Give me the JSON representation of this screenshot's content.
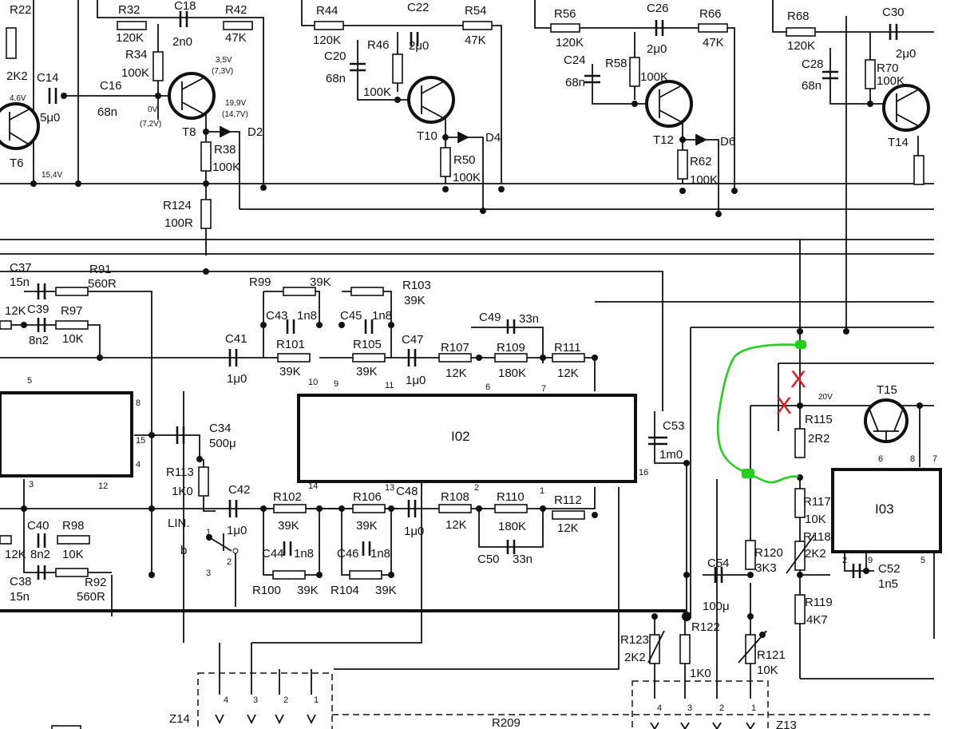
{
  "ics": {
    "i102": "I02",
    "i103": "I03"
  },
  "markers": {
    "cut_symbol": "X"
  },
  "labels": [
    {
      "id": "r22",
      "text": "R22"
    },
    {
      "id": "r32",
      "text": "R32"
    },
    {
      "id": "v120k_a",
      "text": "120K"
    },
    {
      "id": "c18",
      "text": "C18"
    },
    {
      "id": "v2n0",
      "text": "2n0"
    },
    {
      "id": "r42",
      "text": "R42"
    },
    {
      "id": "v47k_a",
      "text": "47K"
    },
    {
      "id": "r34",
      "text": "R34"
    },
    {
      "id": "v100k_a",
      "text": "100K"
    },
    {
      "id": "v2k2_a",
      "text": "2K2"
    },
    {
      "id": "c14",
      "text": "C14"
    },
    {
      "id": "v5u0",
      "text": "5μ0"
    },
    {
      "id": "c16",
      "text": "C16"
    },
    {
      "id": "v68n_a",
      "text": "68n"
    },
    {
      "id": "t8",
      "text": "T8"
    },
    {
      "id": "d2",
      "text": "D2"
    },
    {
      "id": "r38",
      "text": "R38"
    },
    {
      "id": "v100k_b",
      "text": "100K"
    },
    {
      "id": "t6",
      "text": "T6"
    },
    {
      "id": "r124",
      "text": "R124"
    },
    {
      "id": "v100r",
      "text": "100R"
    },
    {
      "id": "v15_4",
      "text": "15,4V"
    },
    {
      "id": "v3_5a",
      "text": "3,5V"
    },
    {
      "id": "v7_3a",
      "text": "(7,3V)"
    },
    {
      "id": "v0a",
      "text": "0V"
    },
    {
      "id": "v7_2a",
      "text": "(7,2V)"
    },
    {
      "id": "v19_9a",
      "text": "19,9V"
    },
    {
      "id": "v14_7a",
      "text": "(14,7V)"
    },
    {
      "id": "v4_6",
      "text": "4,6V"
    },
    {
      "id": "r44",
      "text": "R44"
    },
    {
      "id": "v120k_b",
      "text": "120K"
    },
    {
      "id": "c22",
      "text": "C22"
    },
    {
      "id": "v2u0a",
      "text": "2μ0"
    },
    {
      "id": "r54",
      "text": "R54"
    },
    {
      "id": "v47k_b",
      "text": "47K"
    },
    {
      "id": "c20",
      "text": "C20"
    },
    {
      "id": "r46",
      "text": "R46"
    },
    {
      "id": "v68n_b",
      "text": "68n"
    },
    {
      "id": "v100k_c",
      "text": "100K"
    },
    {
      "id": "t10",
      "text": "T10"
    },
    {
      "id": "d4",
      "text": "D4"
    },
    {
      "id": "r50",
      "text": "R50"
    },
    {
      "id": "v100k_d",
      "text": "100K"
    },
    {
      "id": "r56",
      "text": "R56"
    },
    {
      "id": "v120k_c",
      "text": "120K"
    },
    {
      "id": "c26",
      "text": "C26"
    },
    {
      "id": "v2u0b",
      "text": "2μ0"
    },
    {
      "id": "r66",
      "text": "R66"
    },
    {
      "id": "v47k_c",
      "text": "47K"
    },
    {
      "id": "c24",
      "text": "C24"
    },
    {
      "id": "r58",
      "text": "R58"
    },
    {
      "id": "v68n_c",
      "text": "68n"
    },
    {
      "id": "v100k_e",
      "text": "100K"
    },
    {
      "id": "t12",
      "text": "T12"
    },
    {
      "id": "d6",
      "text": "D6"
    },
    {
      "id": "r62",
      "text": "R62"
    },
    {
      "id": "v100k_f",
      "text": "100K"
    },
    {
      "id": "r68",
      "text": "R68"
    },
    {
      "id": "v120k_d",
      "text": "120K"
    },
    {
      "id": "c30",
      "text": "C30"
    },
    {
      "id": "v2u0c",
      "text": "2μ0"
    },
    {
      "id": "c28",
      "text": "C28"
    },
    {
      "id": "r70",
      "text": "R70"
    },
    {
      "id": "v68n_d",
      "text": "68n"
    },
    {
      "id": "v100k_g",
      "text": "100K"
    },
    {
      "id": "t14",
      "text": "T14"
    },
    {
      "id": "c37",
      "text": "C37"
    },
    {
      "id": "v15n_a",
      "text": "15n"
    },
    {
      "id": "r91",
      "text": "R91"
    },
    {
      "id": "v560r_a",
      "text": "560R"
    },
    {
      "id": "v12k_a",
      "text": "12K"
    },
    {
      "id": "c39",
      "text": "C39"
    },
    {
      "id": "r97",
      "text": "R97"
    },
    {
      "id": "v8n2_a",
      "text": "8n2"
    },
    {
      "id": "v10k_a",
      "text": "10K"
    },
    {
      "id": "r99",
      "text": "R99"
    },
    {
      "id": "v39k_a",
      "text": "39K"
    },
    {
      "id": "r103",
      "text": "R103"
    },
    {
      "id": "v39k_b",
      "text": "39K"
    },
    {
      "id": "c43",
      "text": "C43"
    },
    {
      "id": "v1n8_a",
      "text": "1n8"
    },
    {
      "id": "c45",
      "text": "C45"
    },
    {
      "id": "v1n8_b",
      "text": "1n8"
    },
    {
      "id": "c49",
      "text": "C49"
    },
    {
      "id": "v33n_a",
      "text": "33n"
    },
    {
      "id": "c41",
      "text": "C41"
    },
    {
      "id": "v1u0_a",
      "text": "1μ0"
    },
    {
      "id": "r101",
      "text": "R101"
    },
    {
      "id": "v39k_c",
      "text": "39K"
    },
    {
      "id": "r105",
      "text": "R105"
    },
    {
      "id": "v39k_d",
      "text": "39K"
    },
    {
      "id": "c47",
      "text": "C47"
    },
    {
      "id": "v1u0_b",
      "text": "1μ0"
    },
    {
      "id": "r107",
      "text": "R107"
    },
    {
      "id": "v12k_b",
      "text": "12K"
    },
    {
      "id": "r109",
      "text": "R109"
    },
    {
      "id": "v180k_a",
      "text": "180K"
    },
    {
      "id": "r111",
      "text": "R111"
    },
    {
      "id": "v12k_c",
      "text": "12K"
    },
    {
      "id": "c34",
      "text": "C34"
    },
    {
      "id": "v500u",
      "text": "500μ"
    },
    {
      "id": "c53",
      "text": "C53"
    },
    {
      "id": "v1m0",
      "text": "1m0"
    },
    {
      "id": "r113",
      "text": "R113"
    },
    {
      "id": "v1k0_a",
      "text": "1K0"
    },
    {
      "id": "c42",
      "text": "C42"
    },
    {
      "id": "v1u0_c",
      "text": "1μ0"
    },
    {
      "id": "r102",
      "text": "R102"
    },
    {
      "id": "v39k_e",
      "text": "39K"
    },
    {
      "id": "r106",
      "text": "R106"
    },
    {
      "id": "v39k_f",
      "text": "39K"
    },
    {
      "id": "c48",
      "text": "C48"
    },
    {
      "id": "v1u0_d",
      "text": "1μ0"
    },
    {
      "id": "r108",
      "text": "R108"
    },
    {
      "id": "v12k_d",
      "text": "12K"
    },
    {
      "id": "r110",
      "text": "R110"
    },
    {
      "id": "v180k_b",
      "text": "180K"
    },
    {
      "id": "r112",
      "text": "R112"
    },
    {
      "id": "v12k_e",
      "text": "12K"
    },
    {
      "id": "lin",
      "text": "LIN."
    },
    {
      "id": "b",
      "text": "b"
    },
    {
      "id": "c44",
      "text": "C44"
    },
    {
      "id": "v1n8_c",
      "text": "1n8"
    },
    {
      "id": "c46",
      "text": "C46"
    },
    {
      "id": "v1n8_d",
      "text": "1n8"
    },
    {
      "id": "c50",
      "text": "C50"
    },
    {
      "id": "v33n_b",
      "text": "33n"
    },
    {
      "id": "c40",
      "text": "C40"
    },
    {
      "id": "v8n2_b",
      "text": "8n2"
    },
    {
      "id": "r98",
      "text": "R98"
    },
    {
      "id": "v10k_b",
      "text": "10K"
    },
    {
      "id": "v12k_f",
      "text": "12K"
    },
    {
      "id": "c38",
      "text": "C38"
    },
    {
      "id": "v15n_b",
      "text": "15n"
    },
    {
      "id": "r92",
      "text": "R92"
    },
    {
      "id": "v560r_b",
      "text": "560R"
    },
    {
      "id": "r100",
      "text": "R100"
    },
    {
      "id": "v39k_g",
      "text": "39K"
    },
    {
      "id": "r104",
      "text": "R104"
    },
    {
      "id": "v39k_h",
      "text": "39K"
    },
    {
      "id": "t15",
      "text": "T15"
    },
    {
      "id": "v20",
      "text": "20V"
    },
    {
      "id": "r115",
      "text": "R115"
    },
    {
      "id": "v2r2",
      "text": "2R2"
    },
    {
      "id": "r117",
      "text": "R117"
    },
    {
      "id": "v10k_c",
      "text": "10K"
    },
    {
      "id": "r118",
      "text": "R118"
    },
    {
      "id": "v2k2_b",
      "text": "2K2"
    },
    {
      "id": "r120",
      "text": "R120"
    },
    {
      "id": "v3k3",
      "text": "3K3"
    },
    {
      "id": "c54",
      "text": "C54"
    },
    {
      "id": "v100u",
      "text": "100μ"
    },
    {
      "id": "c52",
      "text": "C52"
    },
    {
      "id": "v1n5",
      "text": "1n5"
    },
    {
      "id": "r119",
      "text": "R119"
    },
    {
      "id": "v4k7",
      "text": "4K7"
    },
    {
      "id": "r123",
      "text": "R123"
    },
    {
      "id": "v2k2_c",
      "text": "2K2"
    },
    {
      "id": "r122",
      "text": "R122"
    },
    {
      "id": "v1k0_b",
      "text": "1K0"
    },
    {
      "id": "r121",
      "text": "R121"
    },
    {
      "id": "v10k_d",
      "text": "10K"
    },
    {
      "id": "z14",
      "text": "Z14"
    },
    {
      "id": "r209",
      "text": "R209"
    },
    {
      "id": "z13",
      "text": "Z13"
    }
  ],
  "pins": [
    "8",
    "15",
    "4",
    "3",
    "12",
    "5",
    "10",
    "9",
    "11",
    "6",
    "7",
    "16",
    "14",
    "13",
    "2",
    "1",
    "1",
    "2",
    "3",
    "2",
    "9",
    "5",
    "6",
    "8",
    "7",
    "4",
    "3",
    "2",
    "1",
    "4",
    "3",
    "2",
    "1"
  ]
}
